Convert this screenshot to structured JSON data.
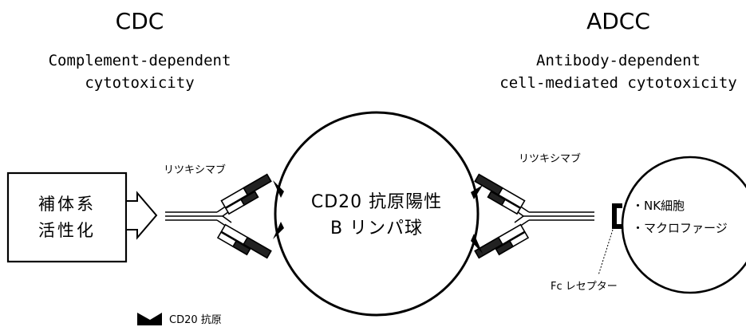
{
  "left": {
    "title": "CDC",
    "subtitle_line1": "Complement-dependent",
    "subtitle_line2": "cytotoxicity",
    "antibody_label": "リツキシマブ",
    "box_line1": "補体系",
    "box_line2": "活性化"
  },
  "right": {
    "title": "ADCC",
    "subtitle_line1": "Antibody-dependent",
    "subtitle_line2": "cell-mediated cytotoxicity",
    "antibody_label": "リツキシマブ",
    "cell_item1": "・NK細胞",
    "cell_item2": "・マクロファージ",
    "receptor_label": "Fc レセプター"
  },
  "center": {
    "line1": "CD20 抗原陽性",
    "line2": "B リンパ球"
  },
  "legend": {
    "antigen_label": "CD20 抗原"
  }
}
